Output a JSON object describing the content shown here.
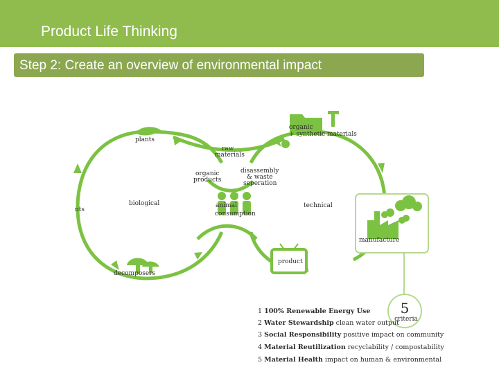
{
  "header": {
    "title": "Product Life Thinking"
  },
  "step": {
    "label": "Step 2: Create an overview of environmental impact"
  },
  "diagram": {
    "accent_color": "#7cc242",
    "labels": {
      "plants": "plants",
      "raw_materials_1": "raw",
      "raw_materials_2": "materials",
      "organic_synthetic_1": "organic",
      "organic_synthetic_2": "+ synthetic materials",
      "organic_products_1": "organic",
      "organic_products_2": "products",
      "disassembly_1": "disassembly",
      "disassembly_2": "& waste",
      "disassembly_3": "seperation",
      "biological": "biological",
      "technical": "technical",
      "nts": "nts",
      "animal_1": "animal",
      "animal_2": "consumption",
      "manufacture": "manufacture",
      "product": "product",
      "decomposers": "decomposers",
      "criteria_number": "5",
      "criteria_label": "criteria"
    },
    "icons": [
      "leaf-icon",
      "folder-icon",
      "faucet-icon",
      "people-icon",
      "tv-product-icon",
      "factory-icon",
      "cloud-icon",
      "mushroom-icon"
    ]
  },
  "criteria": [
    {
      "num": "1",
      "bold": "100% Renewable Energy Use",
      "rest": ""
    },
    {
      "num": "2",
      "bold": "Water Stewardship",
      "rest": "clean water output"
    },
    {
      "num": "3",
      "bold": "Social Responsibility",
      "rest": "positive impact on community"
    },
    {
      "num": "4",
      "bold": "Material Reutilization",
      "rest": "recyclability / compostability"
    },
    {
      "num": "5",
      "bold": "Material Health",
      "rest": "impact on human & environmental"
    }
  ]
}
